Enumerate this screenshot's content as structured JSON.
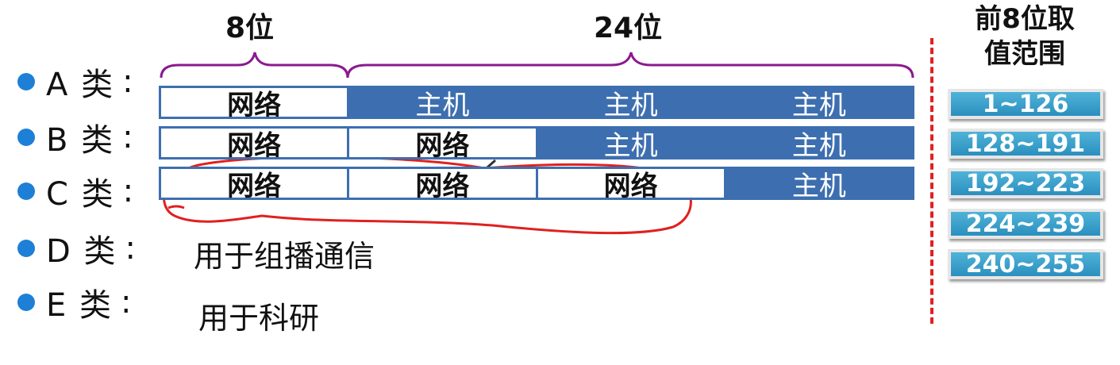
{
  "bits": {
    "first": "8位",
    "rest": "24位"
  },
  "classes": [
    {
      "letter": "A 类",
      "colon": ":"
    },
    {
      "letter": "B 类",
      "colon": ":"
    },
    {
      "letter": "C 类",
      "colon": ":"
    },
    {
      "letter": "D 类",
      "colon": ":"
    },
    {
      "letter": "E 类",
      "colon": ":"
    }
  ],
  "rows": {
    "A": [
      "网络",
      "主机",
      "主机",
      "主机"
    ],
    "B": [
      "网络",
      "网络",
      "主机",
      "主机"
    ],
    "C": [
      "网络",
      "网络",
      "网络",
      "主机"
    ]
  },
  "usage": {
    "D": "用于组播通信",
    "E": "用于科研"
  },
  "range_header": {
    "line1": "前8位取",
    "line2": "值范围"
  },
  "ranges": [
    "1~126",
    "128~191",
    "192~223",
    "224~239",
    "240~255"
  ],
  "colors": {
    "brace": "#8b1a8f",
    "host_fill": "#3d6fb0",
    "bullet": "#1e7fd6",
    "annotation": "#e02020",
    "range_fill": "#2b8fbf"
  }
}
